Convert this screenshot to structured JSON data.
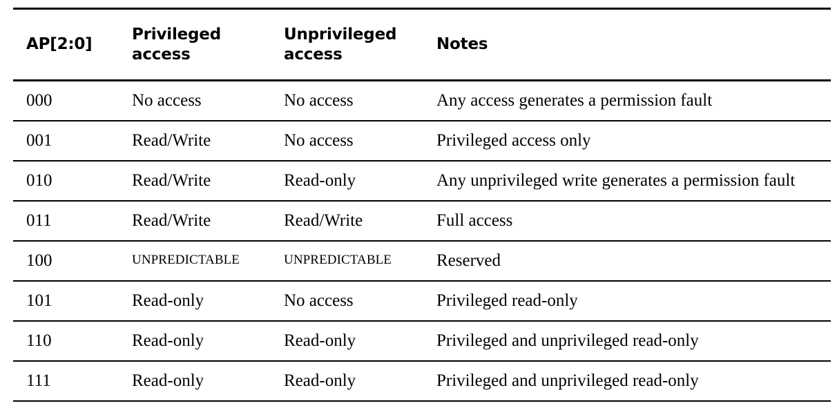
{
  "table": {
    "columns": [
      {
        "key": "ap",
        "label": "AP[2:0]"
      },
      {
        "key": "priv",
        "label": "Privileged\naccess"
      },
      {
        "key": "unpriv",
        "label": "Unprivileged\naccess"
      },
      {
        "key": "notes",
        "label": "Notes"
      }
    ],
    "rows": [
      {
        "ap": "000",
        "priv": "No access",
        "unpriv": "No access",
        "notes": "Any access generates a permission fault"
      },
      {
        "ap": "001",
        "priv": "Read/Write",
        "unpriv": "No access",
        "notes": "Privileged access only"
      },
      {
        "ap": "010",
        "priv": "Read/Write",
        "unpriv": "Read-only",
        "notes": "Any unprivileged write generates a permission fault"
      },
      {
        "ap": "011",
        "priv": "Read/Write",
        "unpriv": "Read/Write",
        "notes": "Full access"
      },
      {
        "ap": "100",
        "priv": "UNPREDICTABLE",
        "unpriv": "UNPREDICTABLE",
        "notes": "Reserved"
      },
      {
        "ap": "101",
        "priv": "Read-only",
        "unpriv": "No access",
        "notes": "Privileged read-only"
      },
      {
        "ap": "110",
        "priv": "Read-only",
        "unpriv": "Read-only",
        "notes": "Privileged and unprivileged read-only"
      },
      {
        "ap": "111",
        "priv": "Read-only",
        "unpriv": "Read-only",
        "notes": "Privileged and unprivileged read-only"
      }
    ]
  },
  "colors": {
    "text": "#000000",
    "rule": "#000000",
    "background": "#ffffff"
  }
}
